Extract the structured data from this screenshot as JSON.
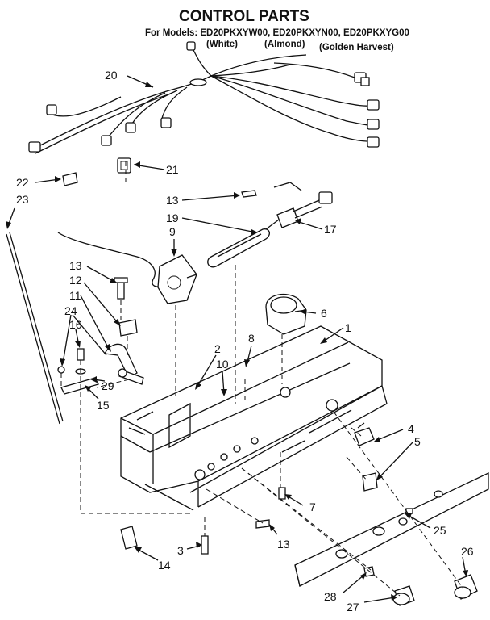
{
  "header": {
    "title": "CONTROL PARTS",
    "models_line": "For Models: ED20PKXYW00, ED20PKXYN00, ED20PKXYG00",
    "variants": [
      "(White)",
      "(Almond)",
      "(Golden Harvest)"
    ]
  },
  "callouts": {
    "c20": "20",
    "c21": "21",
    "c22": "22",
    "c23": "23",
    "c13a": "13",
    "c19": "19",
    "c17": "17",
    "c9": "9",
    "c13b": "13",
    "c12": "12",
    "c11": "11",
    "c24": "24",
    "c16": "16",
    "c6": "6",
    "c1": "1",
    "c8": "8",
    "c2": "2",
    "c10": "10",
    "c29": "29",
    "c15": "15",
    "c4": "4",
    "c5": "5",
    "c7": "7",
    "c3": "3",
    "c13c": "13",
    "c25": "25",
    "c14": "14",
    "c26": "26",
    "c28": "28",
    "c27": "27"
  }
}
